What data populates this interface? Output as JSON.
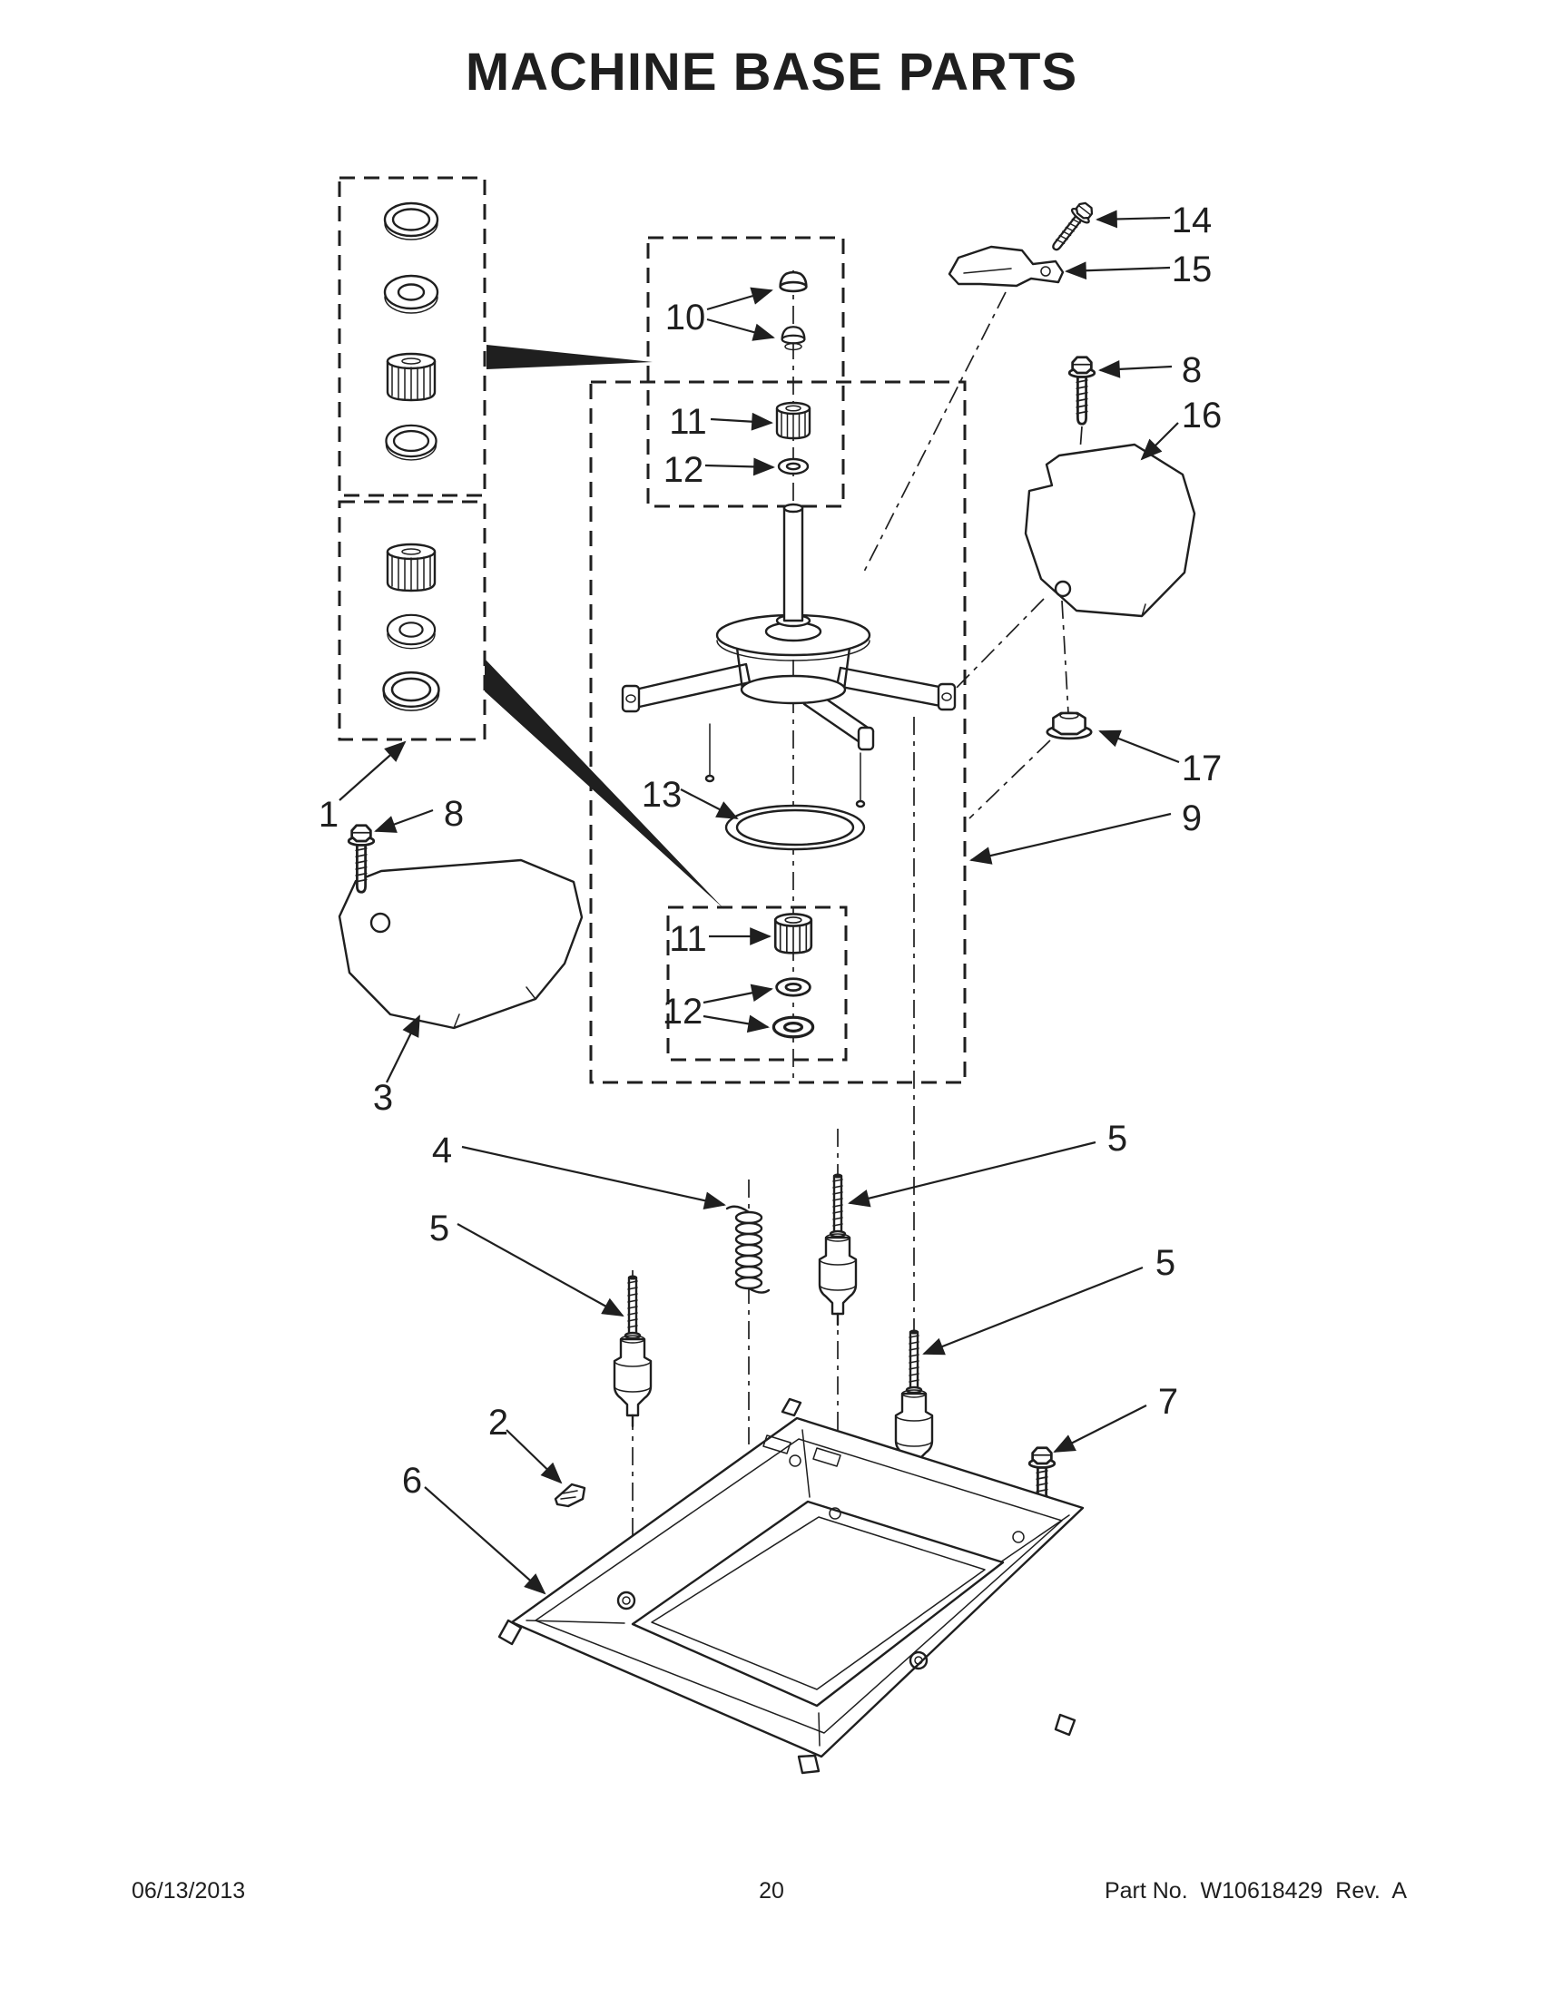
{
  "document": {
    "title": "MACHINE BASE PARTS",
    "footer": {
      "date": "06/13/2013",
      "page": "20",
      "part_line": "Part No.  W10618429  Rev.  A"
    }
  },
  "colors": {
    "ink": "#1f1f1f",
    "paper": "#ffffff"
  },
  "callouts": [
    {
      "label": "14"
    },
    {
      "label": "15"
    },
    {
      "label": "8"
    },
    {
      "label": "16"
    },
    {
      "label": "10"
    },
    {
      "label": "11"
    },
    {
      "label": "12"
    },
    {
      "label": "17"
    },
    {
      "label": "9"
    },
    {
      "label": "1"
    },
    {
      "label": "8"
    },
    {
      "label": "13"
    },
    {
      "label": "11"
    },
    {
      "label": "12"
    },
    {
      "label": "3"
    },
    {
      "label": "4"
    },
    {
      "label": "5"
    },
    {
      "label": "5"
    },
    {
      "label": "5"
    },
    {
      "label": "2"
    },
    {
      "label": "7"
    },
    {
      "label": "6"
    }
  ]
}
